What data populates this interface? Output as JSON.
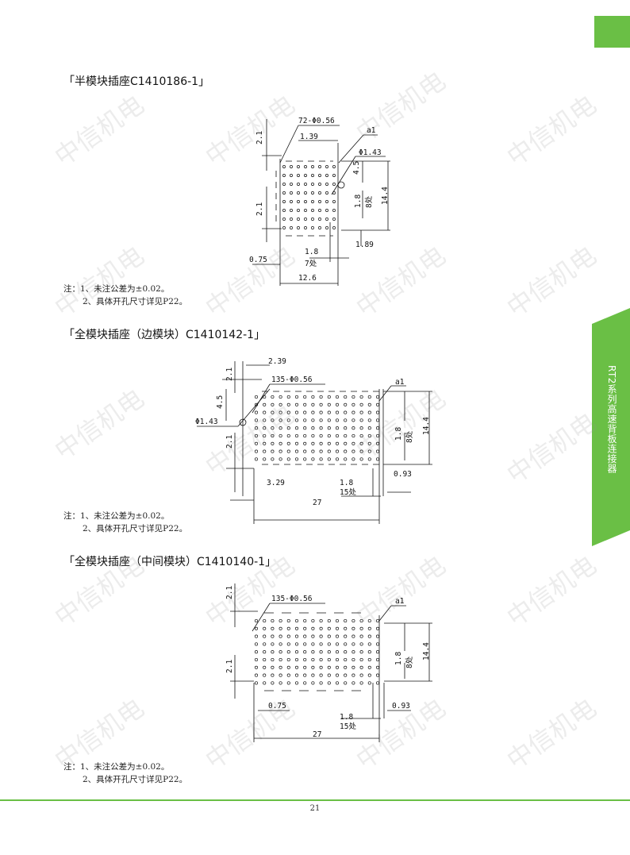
{
  "side_tab": {
    "label": "RT2系列高速背板连接器",
    "color": "#6abf45"
  },
  "watermark": "中信机电",
  "sections": [
    {
      "title": "「半模块插座C1410186-1」",
      "dims": {
        "holes": "72-Φ0.56",
        "a1": "a1",
        "d139": "1.39",
        "phi143": "Φ1.43",
        "d21a": "2.1",
        "d45": "4.5",
        "d21b": "2.1",
        "d18v": "1.8",
        "n8": "8处",
        "d144": "14.4",
        "d189": "1.89",
        "d18h": "1.8",
        "n7": "7处",
        "d075": "0.75",
        "d126": "12.6"
      },
      "notes": [
        "注：1、未注公差为±0.02。",
        "2、具体开孔尺寸详见P22。"
      ]
    },
    {
      "title": "「全模块插座（边模块）C1410142-1」",
      "dims": {
        "d239": "2.39",
        "d21a": "2.1",
        "holes": "135-Φ0.56",
        "a1": "a1",
        "d45": "4.5",
        "phi143": "Φ1.43",
        "d21b": "2.1",
        "d18v": "1.8",
        "n8": "8处",
        "d144": "14.4",
        "d329": "3.29",
        "d18h": "1.8",
        "d093": "0.93",
        "n15": "15处",
        "d27": "27"
      },
      "notes": [
        "注：1、未注公差为±0.02。",
        "2、具体开孔尺寸详见P22。"
      ]
    },
    {
      "title": "「全模块插座（中间模块）C1410140-1」",
      "dims": {
        "d21a": "2.1",
        "holes": "135-Φ0.56",
        "a1": "a1",
        "d21b": "2.1",
        "d18v": "1.8",
        "n8": "8处",
        "d144": "14.4",
        "d075": "0.75",
        "d18h": "1.8",
        "d093": "0.93",
        "n15": "15处",
        "d27": "27"
      },
      "notes": [
        "注：1、未注公差为±0.02。",
        "2、具体开孔尺寸详见P22。"
      ]
    }
  ],
  "footer": {
    "page_number": "21"
  }
}
